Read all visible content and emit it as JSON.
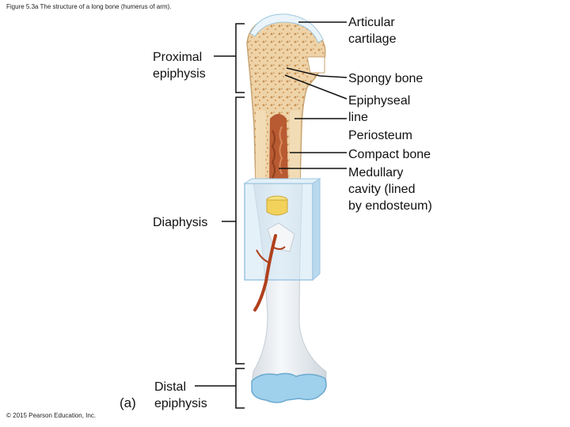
{
  "caption": "Figure 5.3a The structure of a long bone (humerus of arm).",
  "copyright": "© 2015 Pearson Education, Inc.",
  "panel_letter": "(a)",
  "left_labels": {
    "proximal_epiphysis": [
      "Proximal",
      "epiphysis"
    ],
    "diaphysis": "Diaphysis",
    "distal_epiphysis": [
      "Distal",
      "epiphysis"
    ]
  },
  "right_labels": {
    "articular_cartilage": [
      "Articular",
      "cartilage"
    ],
    "spongy_bone": "Spongy bone",
    "epiphyseal_line": [
      "Epiphyseal",
      "line"
    ],
    "periosteum": "Periosteum",
    "compact_bone": "Compact bone",
    "medullary_cavity": [
      "Medullary",
      "cavity (lined",
      "by endosteum)"
    ]
  },
  "colors": {
    "bone": "#eed3a8",
    "spongy": "#d9a96b",
    "cartilage": "#9fd0ec",
    "marrow": "#b85a32",
    "vessel": "#b0401c",
    "section_box": "#b7d8ee",
    "diaphysis_white": "#eef3f6",
    "yellow_marrow": "#f2d25a"
  },
  "icons": [
    "bone-illustration"
  ]
}
